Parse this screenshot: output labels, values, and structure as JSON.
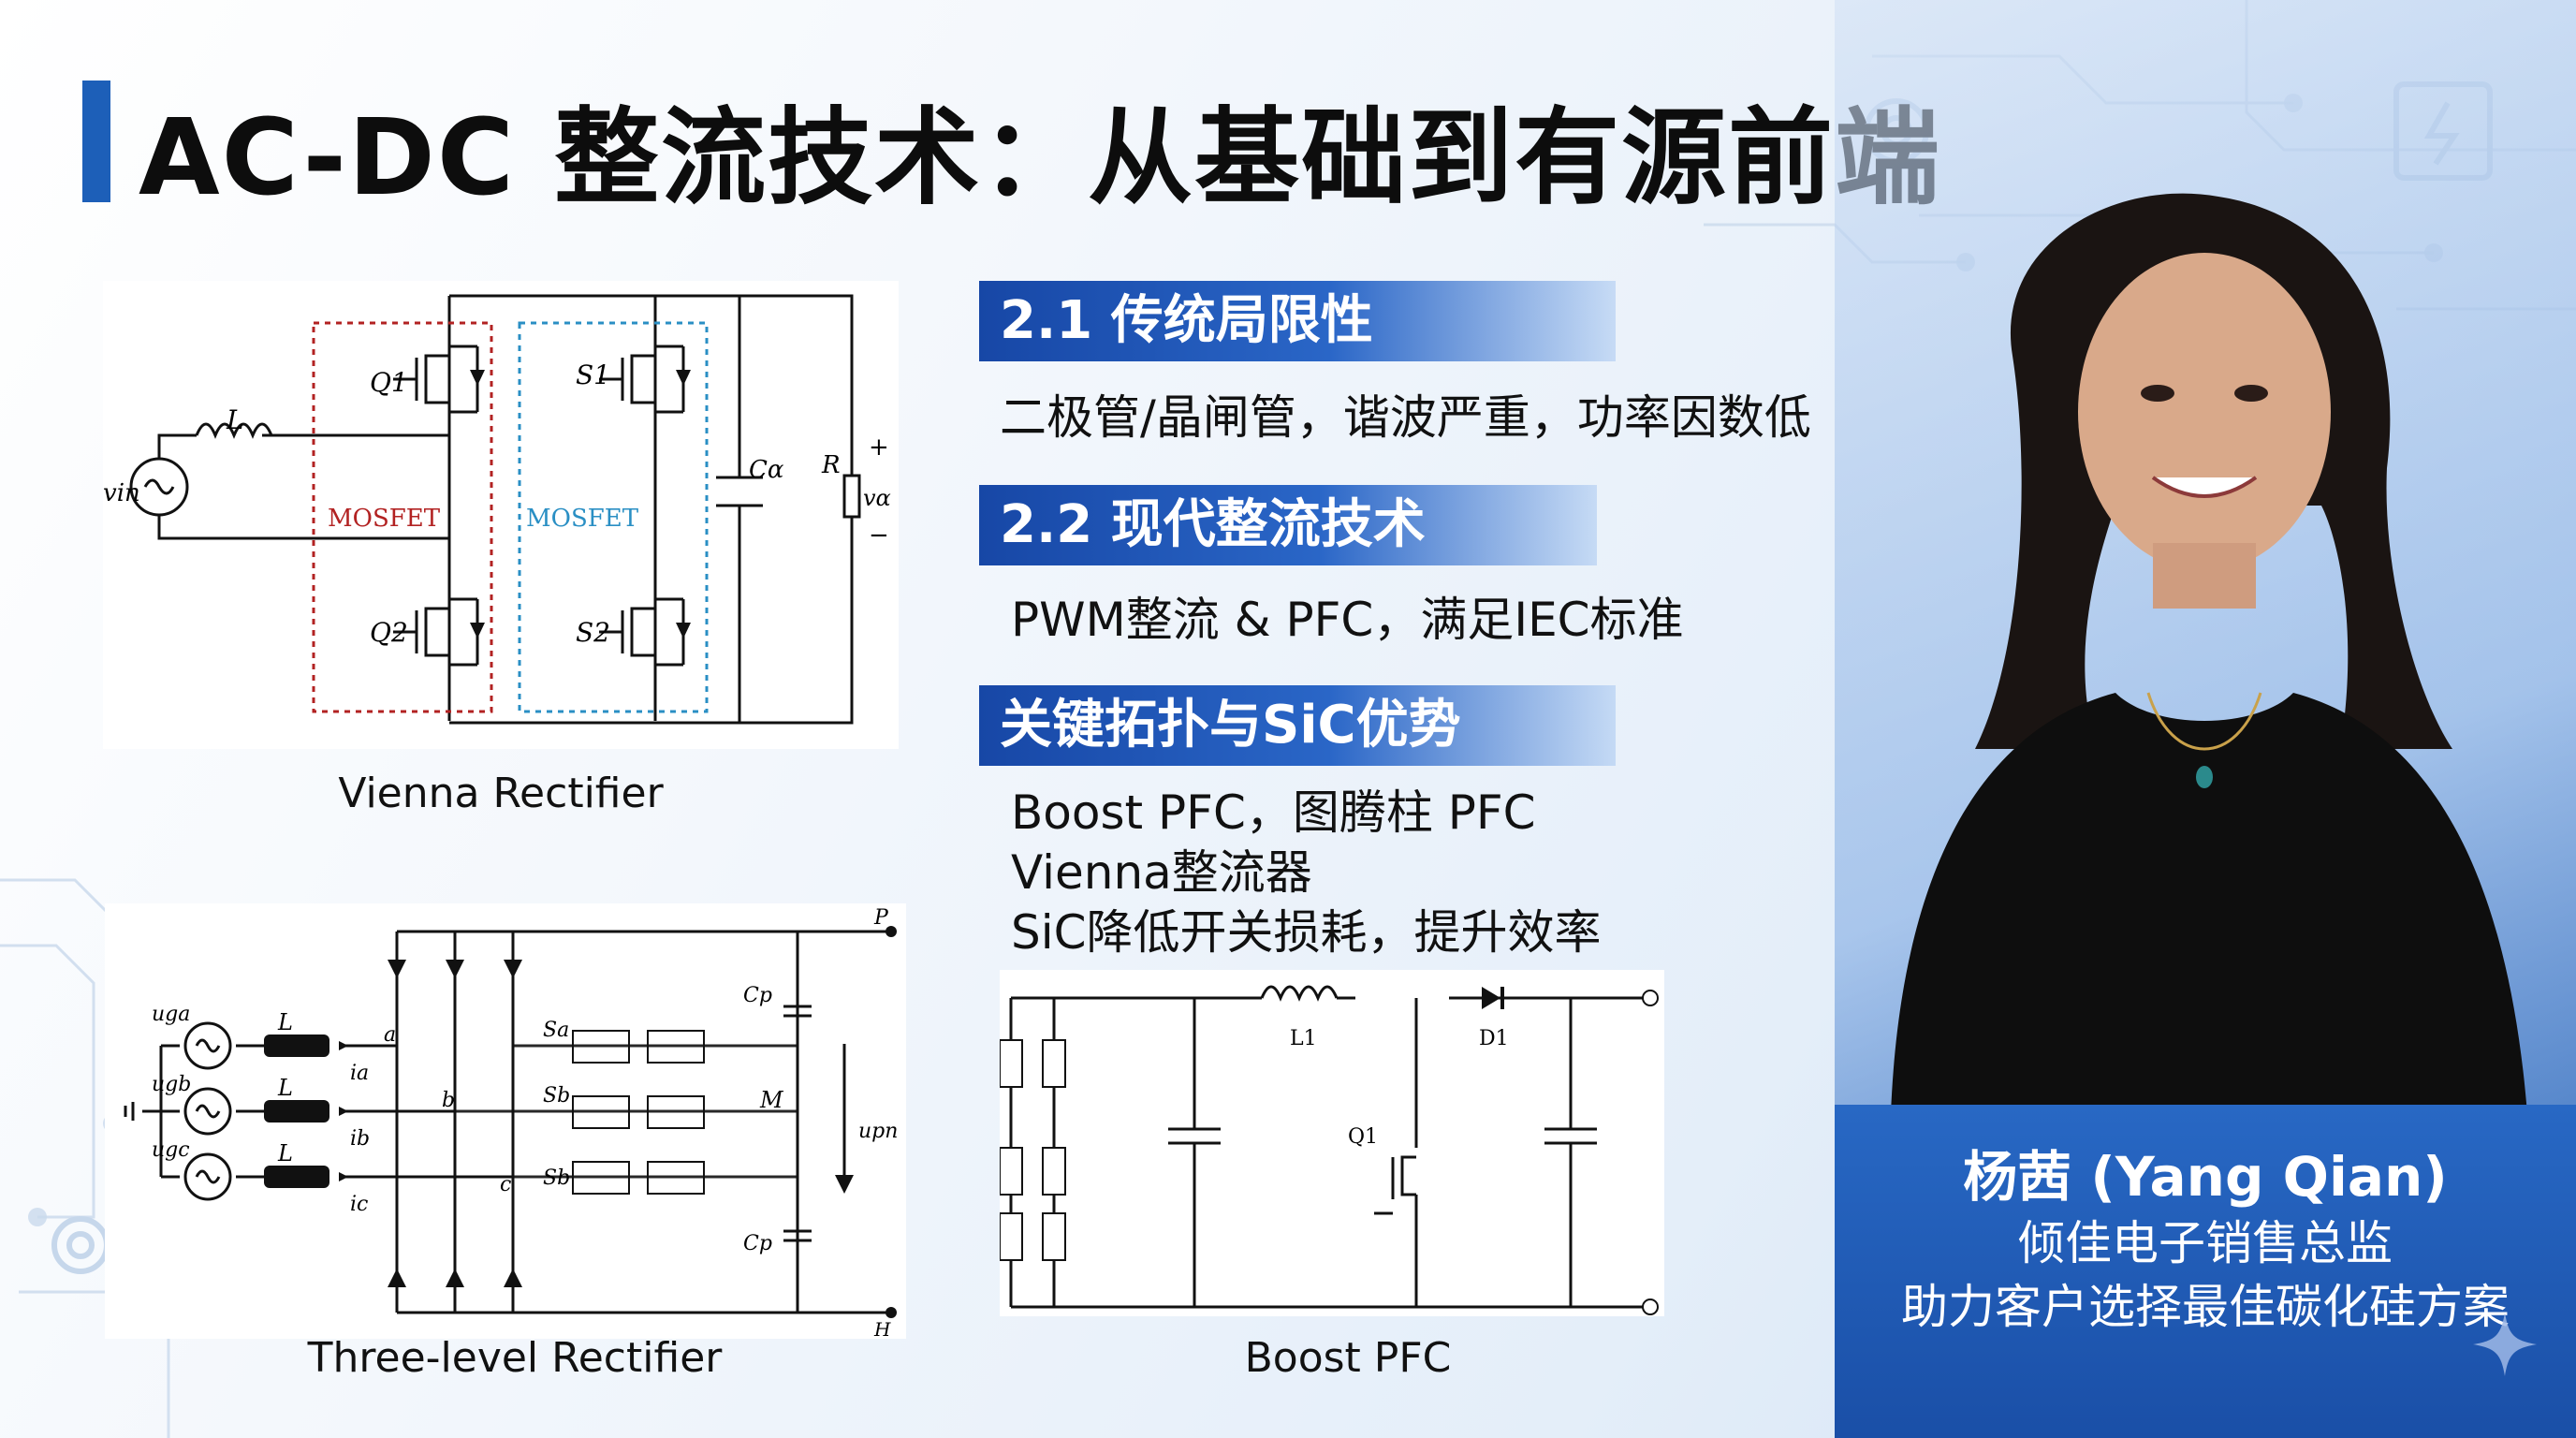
{
  "title": "AC-DC 整流技术：从基础到有源前端",
  "sections": [
    {
      "heading": "2.1 传统局限性",
      "lines": [
        "二极管/晶闸管，谐波严重，功率因数低"
      ]
    },
    {
      "heading": "2.2 现代整流技术",
      "lines": [
        "PWM整流 & PFC，满足IEC标准"
      ]
    },
    {
      "heading": "关键拓扑与SiC优势",
      "lines": [
        "Boost PFC，图腾柱 PFC",
        "Vienna整流器",
        "SiC降低开关损耗，提升效率"
      ]
    }
  ],
  "diagrams": {
    "vienna": {
      "caption": "Vienna Rectifier",
      "labels": {
        "q1": "Q1",
        "q2": "Q2",
        "s1": "S1",
        "s2": "S2",
        "inductor": "L",
        "source": "vin",
        "cap": "Cα",
        "res": "R",
        "vout": "vα",
        "plus": "+",
        "minus": "−",
        "mosfet_left": "MOSFET",
        "mosfet_right": "MOSFET"
      }
    },
    "threelevel": {
      "caption": "Three-level Rectifier",
      "labels": {
        "uga": "uga",
        "ugb": "ugb",
        "ugc": "ugc",
        "L": "L",
        "ia": "ia",
        "ib": "ib",
        "ic": "ic",
        "a": "a",
        "b": "b",
        "c": "c",
        "sa": "Sa",
        "sb": "Sb",
        "sc": "Sb",
        "cp": "Cp",
        "cn": "Cp",
        "m": "M",
        "p": "P",
        "h": "H",
        "upn": "upn"
      }
    },
    "boost": {
      "caption": "Boost PFC",
      "labels": {
        "l1": "L1",
        "d1": "D1",
        "q1": "Q1"
      }
    }
  },
  "presenter": {
    "name": "杨茜 (Yang Qian)",
    "role": "倾佳电子销售总监",
    "tagline": "助力客户选择最佳碳化硅方案"
  },
  "colors": {
    "accent": "#1d5fb8",
    "mosfet_left": "#b22222",
    "mosfet_right": "#2a8fc4",
    "name_panel": "#1f57b3"
  }
}
